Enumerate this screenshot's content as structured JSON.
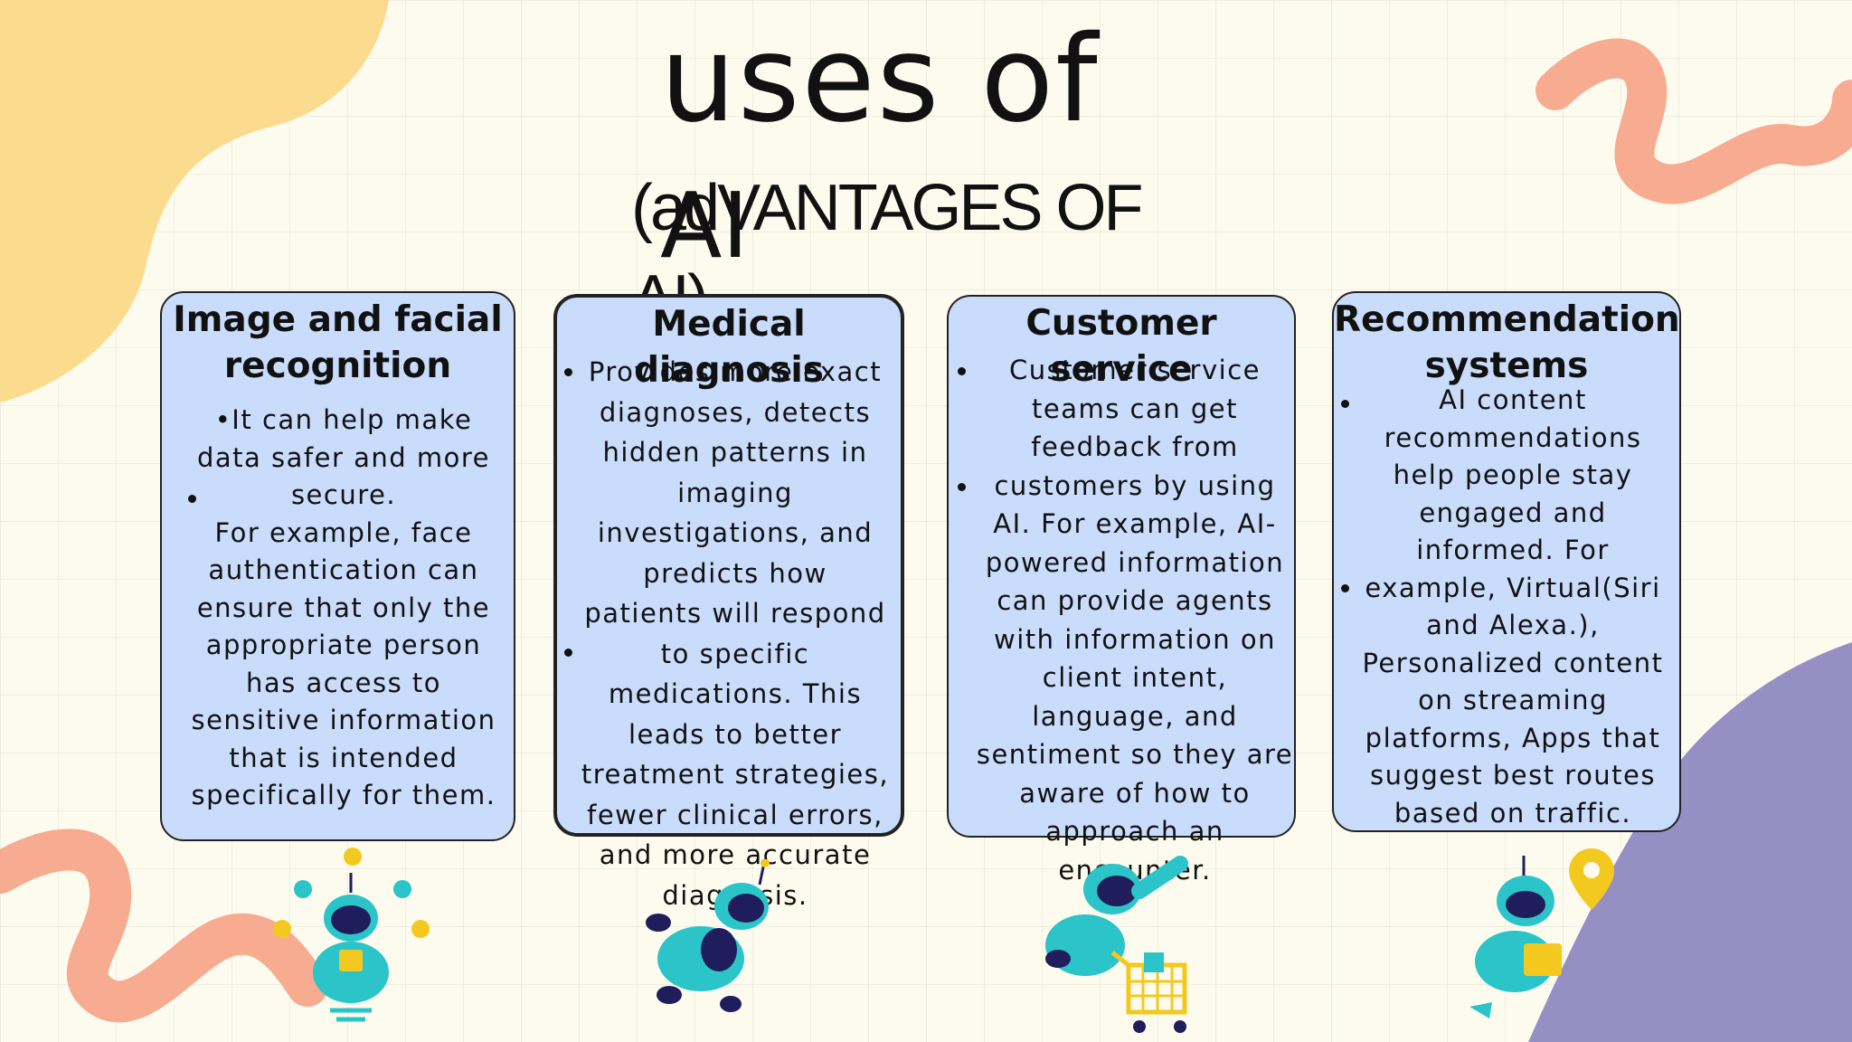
{
  "title": {
    "main": "uses of",
    "ai": "AI",
    "subtitle": "(adVANTAGES OF AI)"
  },
  "cards": [
    {
      "title": "Image and facial recognition",
      "body": "•It can help make data safer and more secure.\nFor example, face authentication can ensure that only the appropriate person has access to sensitive information that is intended specifically for them."
    },
    {
      "title": "Medical diagnosis",
      "body": "Provides more exact diagnoses, detects hidden patterns in imaging investigations, and predicts how patients will respond to specific medications. This leads to better treatment strategies, fewer clinical errors, and more accurate diagnosis."
    },
    {
      "title": "Customer service",
      "body": "Customer service teams can get feedback from customers by using AI. For example, AI-powered information can provide agents with information on client intent, language, and sentiment so they are aware of how to approach an encounter."
    },
    {
      "title": "Recommendation systems",
      "body": "AI content recommendations help people stay engaged and informed. For example, Virtual(Siri and Alexa.), Personalized content on streaming platforms, Apps that suggest best routes based on traffic."
    }
  ],
  "colors": {
    "background": "#fdfbee",
    "card_fill": "#c9dcfb",
    "blob_yellow": "#fbdb8e",
    "squiggle_salmon": "#f7ab91",
    "blob_purple": "#968fc4",
    "robot_teal": "#2bc4c9",
    "robot_navy": "#1f1d5c",
    "accent_yellow": "#f4c91f"
  }
}
